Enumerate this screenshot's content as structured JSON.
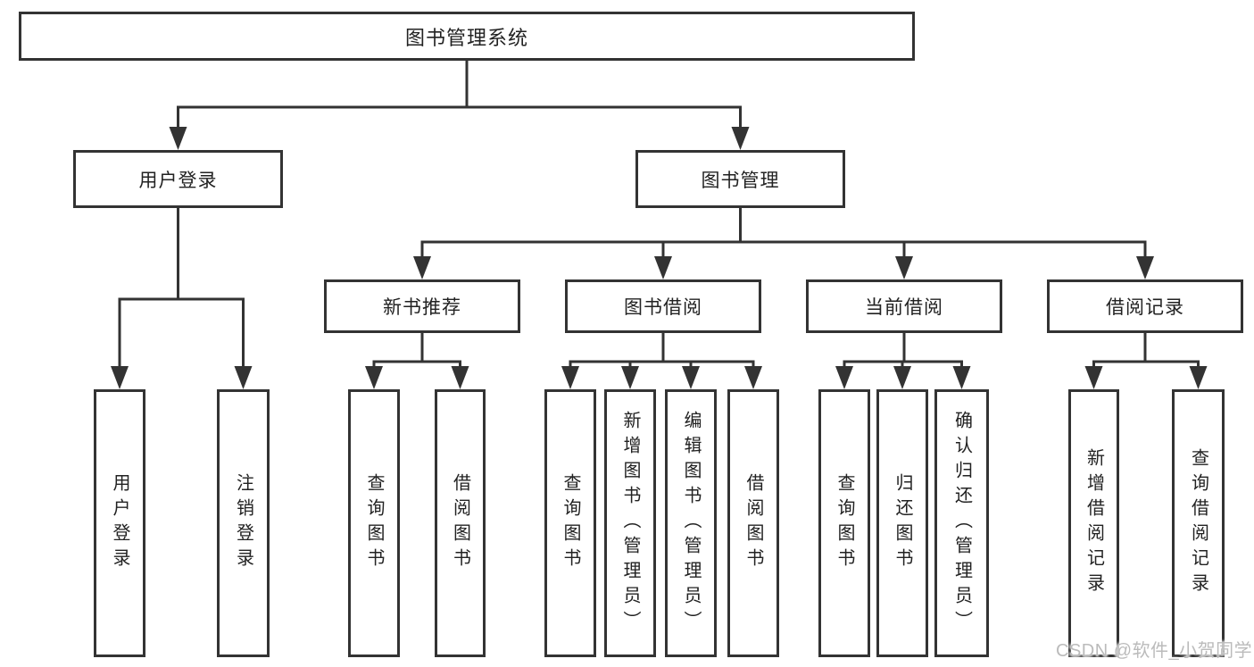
{
  "title": "图书管理系统",
  "tree": {
    "root": {
      "label": "图书管理系统"
    },
    "branches": [
      {
        "label": "用户登录",
        "children": [
          {
            "label": "用户登录"
          },
          {
            "label": "注销登录"
          }
        ]
      },
      {
        "label": "图书管理",
        "children": [
          {
            "label": "新书推荐",
            "children": [
              {
                "label": "查询图书"
              },
              {
                "label": "借阅图书"
              }
            ]
          },
          {
            "label": "图书借阅",
            "children": [
              {
                "label": "查询图书"
              },
              {
                "label": "新增图书（管理员）"
              },
              {
                "label": "编辑图书（管理员）"
              },
              {
                "label": "借阅图书"
              }
            ]
          },
          {
            "label": "当前借阅",
            "children": [
              {
                "label": "查询图书"
              },
              {
                "label": "归还图书"
              },
              {
                "label": "确认归还（管理员）"
              }
            ]
          },
          {
            "label": "借阅记录",
            "children": [
              {
                "label": "新增借阅记录"
              },
              {
                "label": "查询借阅记录"
              }
            ]
          }
        ]
      }
    ]
  },
  "watermark": {
    "text": "CSDN @软件_小贺同学"
  },
  "colors": {
    "line": "#333333",
    "box_border": "#333333",
    "text": "#222222",
    "background": "#ffffff",
    "watermark": "#bbbbbb"
  }
}
